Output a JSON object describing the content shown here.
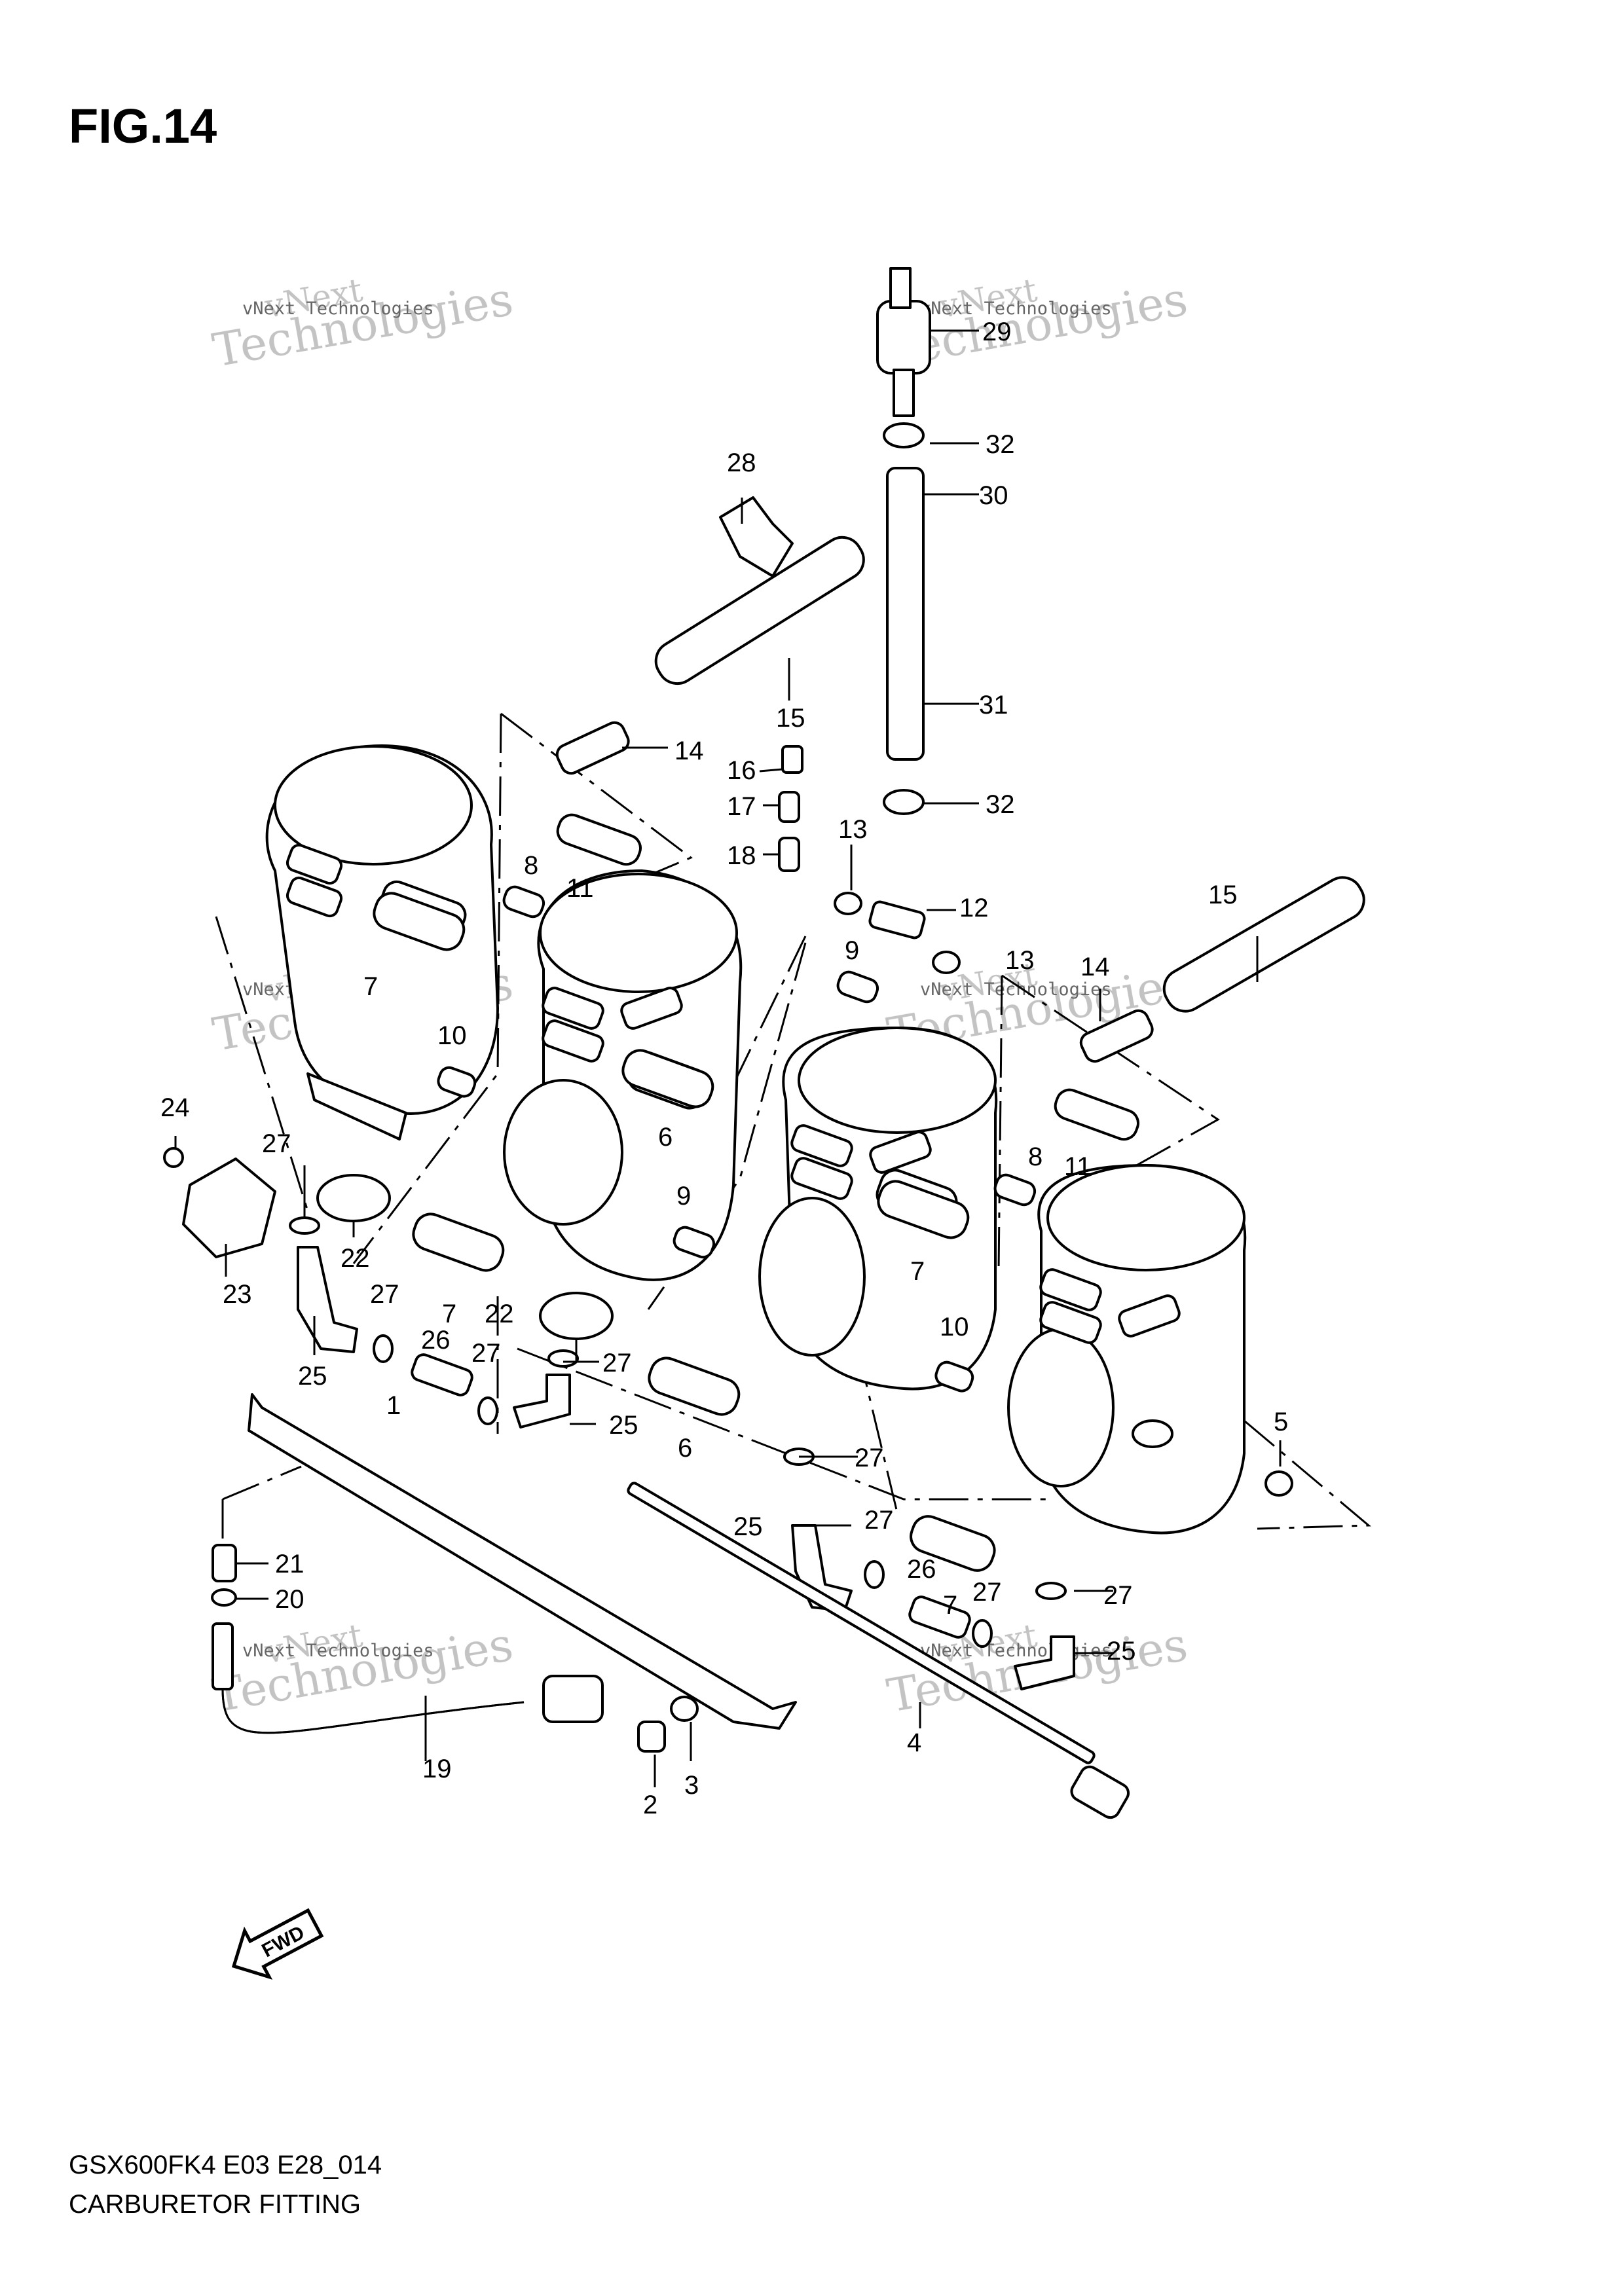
{
  "figure": {
    "title": "FIG.14",
    "model_code": "GSX600FK4 E03 E28_014",
    "caption": "CARBURETOR FITTING",
    "direction_arrow": "FWD"
  },
  "watermark": {
    "line1": "vNext",
    "line2": "Technologies",
    "small": "vNext Technologies"
  },
  "callouts": [
    "1",
    "2",
    "3",
    "4",
    "5",
    "6",
    "6",
    "7",
    "7",
    "7",
    "7",
    "8",
    "8",
    "9",
    "9",
    "10",
    "10",
    "11",
    "11",
    "12",
    "13",
    "13",
    "14",
    "14",
    "15",
    "15",
    "16",
    "17",
    "18",
    "19",
    "20",
    "21",
    "22",
    "22",
    "23",
    "24",
    "25",
    "25",
    "25",
    "25",
    "26",
    "26",
    "27",
    "27",
    "27",
    "27",
    "27",
    "27",
    "27",
    "27",
    "28",
    "29",
    "30",
    "31",
    "32",
    "32"
  ],
  "icons": [
    "fwd-arrow-icon"
  ]
}
